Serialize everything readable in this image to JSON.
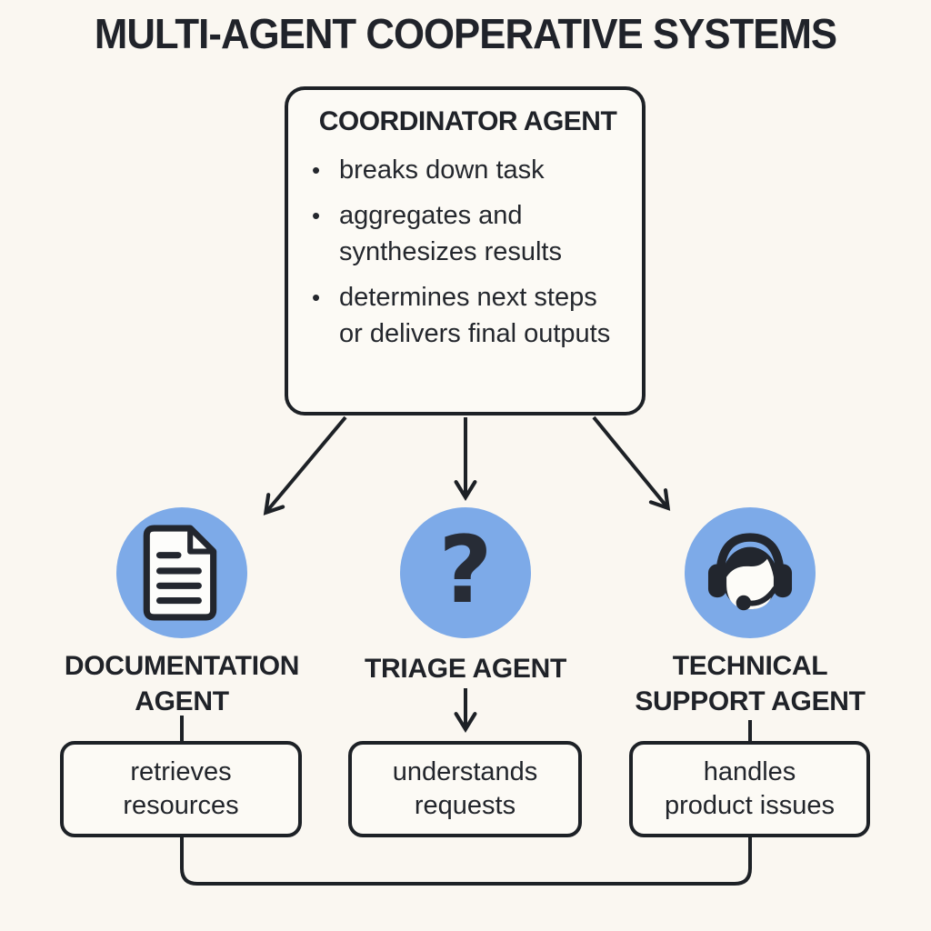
{
  "title": "MULTI-AGENT COOPERATIVE SYSTEMS",
  "bullet_char": "•",
  "coordinator": {
    "title": "COORDINATOR AGENT",
    "bullets": [
      "breaks down task",
      "aggregates and synthesizes results",
      "determines next steps or delivers final outputs"
    ]
  },
  "agents": [
    {
      "label": "DOCUMENTATION\nAGENT",
      "icon": "document-icon",
      "capability": "retrieves\nresources"
    },
    {
      "label": "TRIAGE AGENT",
      "icon": "question-mark-icon",
      "question_mark": "?",
      "capability": "understands\nrequests"
    },
    {
      "label": "TECHNICAL\nSUPPORT AGENT",
      "icon": "headset-icon",
      "capability": "handles\nproduct issues"
    }
  ],
  "colors": {
    "background": "#faf7f1",
    "circle_blue": "#7daae8",
    "stroke_dark": "#1d2126",
    "card_fill": "#fcfaf5"
  }
}
